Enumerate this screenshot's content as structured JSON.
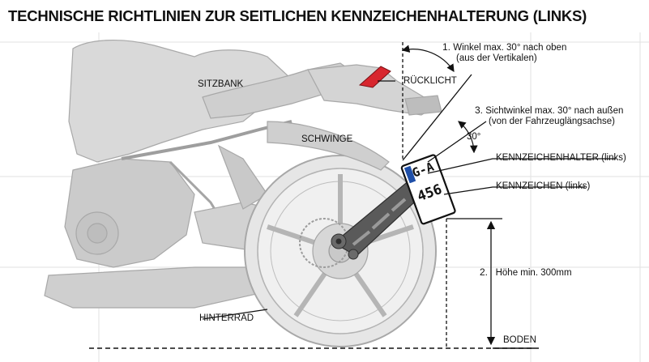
{
  "title": "TECHNISCHE RICHTLINIEN ZUR SEITLICHEN KENNZEICHENHALTERUNG (LINKS)",
  "labels": {
    "sitzbank": "SITZBANK",
    "schwinge": "SCHWINGE",
    "hinterrad": "HINTERRAD",
    "ruecklicht": "RÜCKLICHT",
    "kennzeichenhalter": "KENNZEICHENHALTER (links)",
    "kennzeichen": "KENNZEICHEN (links)",
    "boden": "BODEN"
  },
  "rules": [
    {
      "number": "1.",
      "line1": "Winkel max. 30° nach oben",
      "line2": "(aus der Vertikalen)"
    },
    {
      "number": "2.",
      "line1": "Höhe min. 300mm",
      "line2": ""
    },
    {
      "number": "3.",
      "line1": "Sichtwinkel max. 30° nach außen",
      "line2": "(von der Fahrzeuglängsachse)"
    }
  ],
  "angle_label": "30°",
  "plate": {
    "line1": "G-A",
    "line2": "456"
  },
  "colors": {
    "bike_fill": "#d9d9d9",
    "bike_stroke": "#a8a8a8",
    "holder": "#5a5a5a",
    "taillight": "#d8262e",
    "plate_badge": "#1f4fa8"
  }
}
